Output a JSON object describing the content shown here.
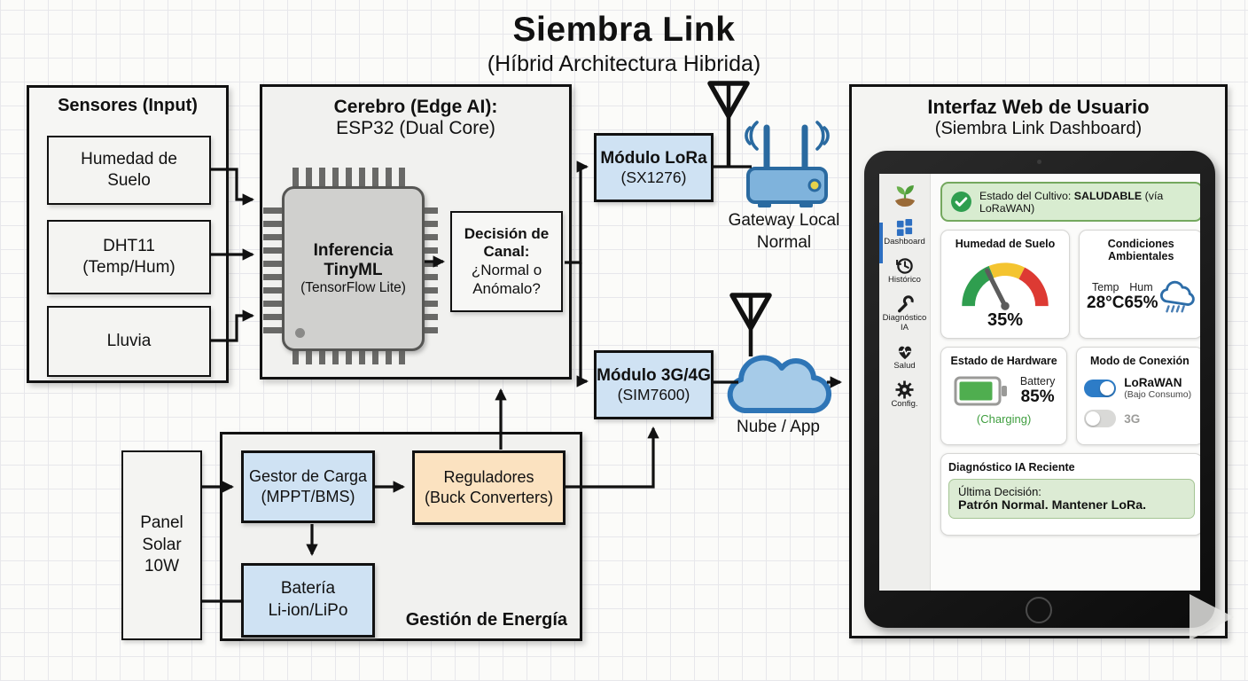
{
  "title": "Siembra Link",
  "subtitle": "(Híbrid Architectura Hibrida)",
  "sensors": {
    "title": "Sensores (Input)",
    "items": [
      {
        "line1": "Humedad de",
        "line2": "Suelo"
      },
      {
        "line1": "DHT11",
        "line2": "(Temp/Hum)"
      },
      {
        "line1": "Lluvia"
      }
    ]
  },
  "cerebro": {
    "title": "Cerebro (Edge AI):",
    "subtitle": "ESP32 (Dual Core)",
    "chip": {
      "line1": "Inferencia",
      "line2": "TinyML",
      "line3": "(TensorFlow Lite)"
    },
    "decision": {
      "bold1": "Decisión de",
      "bold2": "Canal:",
      "line3": "¿Normal o",
      "line4": "Anómalo?"
    }
  },
  "modules": {
    "lora": {
      "name": "Módulo LoRa",
      "part": "(SX1276)"
    },
    "cellular": {
      "name": "Módulo 3G/4G",
      "part": "(SIM7600)"
    }
  },
  "gateway": {
    "line1": "Gateway Local",
    "line2": "Normal"
  },
  "cloud": {
    "label": "Nube / App"
  },
  "power": {
    "label": "Gestión de Energía",
    "panel": {
      "line1": "Panel",
      "line2": "Solar",
      "line3": "10W"
    },
    "charger": {
      "line1": "Gestor de Carga",
      "line2": "(MPPT/BMS)"
    },
    "regulators": {
      "line1": "Reguladores",
      "line2": "(Buck Converters)"
    },
    "battery": {
      "line1": "Batería",
      "line2": "Li-ion/LiPo"
    }
  },
  "interface": {
    "title": "Interfaz Web de Usuario",
    "subtitle": "(Siembra Link Dashboard)"
  },
  "dashboard": {
    "sidebar": [
      {
        "label": "Dashboard",
        "icon": "dashboard-grid"
      },
      {
        "label": "Histórico",
        "icon": "history-clock"
      },
      {
        "label": "Diagnóstico IA",
        "icon": "wrench"
      },
      {
        "label": "Salud",
        "icon": "heart-pulse"
      },
      {
        "label": "Config.",
        "icon": "gear"
      }
    ],
    "banner": {
      "prefix": "Estado del Cultivo: ",
      "status": "SALUDABLE",
      "suffix": " (vía LoRaWAN)"
    },
    "soil": {
      "title": "Humedad de Suelo",
      "value": "35%",
      "gauge_percent": 35
    },
    "ambient": {
      "title": "Condiciones Ambientales",
      "temp_label": "Temp",
      "temp_value": "28°C",
      "hum_label": "Hum",
      "hum_value": "65%"
    },
    "hardware": {
      "title": "Estado de Hardware",
      "battery_label": "Battery",
      "battery_value": "85%",
      "charging": "(Charging)"
    },
    "connection": {
      "title": "Modo de Conexión",
      "primary": "LoRaWAN",
      "primary_sub": "(Bajo Consumo)",
      "secondary": "3G"
    },
    "diagnosis": {
      "title": "Diagnóstico IA Reciente",
      "label": "Última Decisión:",
      "text": "Patrón Normal. Mantener LoRa."
    }
  },
  "colors": {
    "module_fill": "#cfe2f3",
    "regulator_fill": "#fbe2c0",
    "device_blue": "#7fb3dc",
    "device_stroke": "#2a6aa0",
    "cloud_fill": "#a6cbe8",
    "cloud_stroke": "#2e75b6",
    "gauge_green": "#2f9e4f",
    "gauge_yellow": "#f4c430",
    "gauge_red": "#dd3a33",
    "toggle_blue": "#2d7cc7",
    "status_green": "#2f9e4f",
    "sidebar_accent": "#2d6fc1"
  }
}
